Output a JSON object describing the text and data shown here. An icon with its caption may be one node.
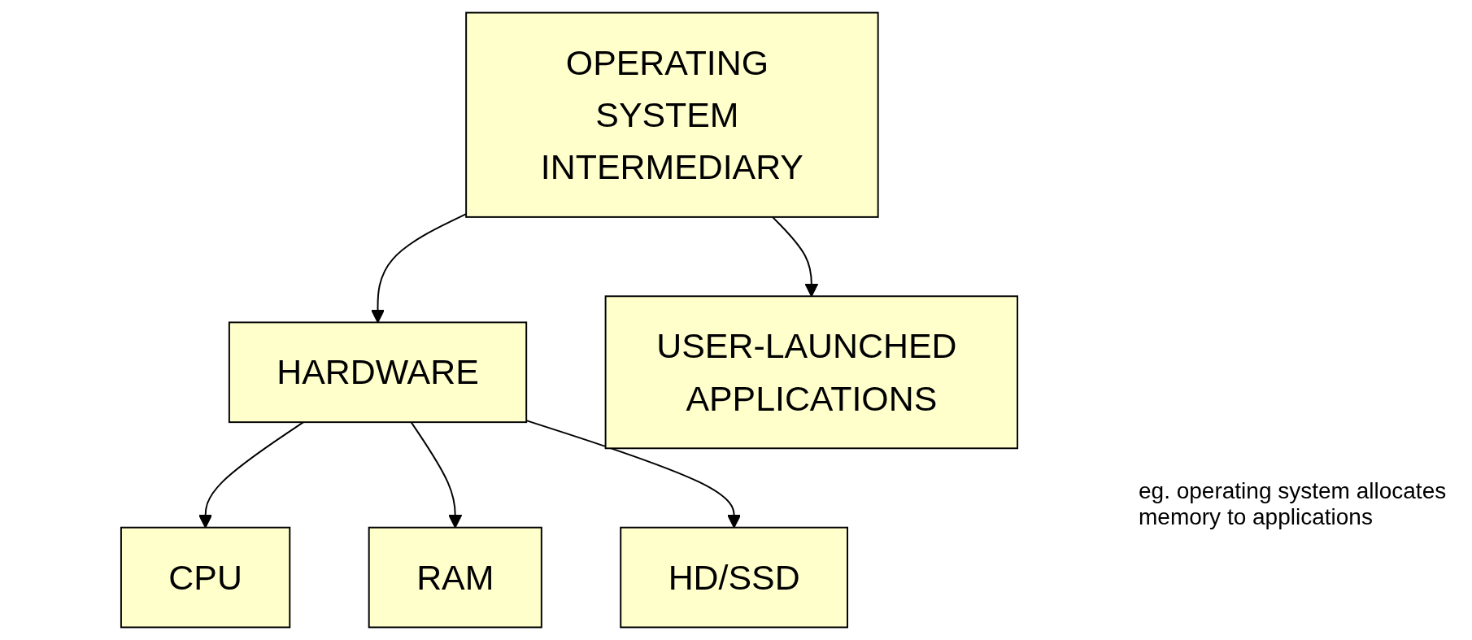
{
  "diagram": {
    "nodes": [
      {
        "text": [
          "OPERATING SYSTEM INTERMEDIARY"
        ]
      },
      {
        "text": [
          "HARDWARE"
        ]
      },
      {
        "text": [
          "USER-LAUNCHED APPLICATIONS"
        ]
      },
      {
        "text": [
          "CPU"
        ]
      },
      {
        "text": [
          "HD/SSD"
        ]
      },
      {
        "text": [
          "RAM"
        ]
      }
    ],
    "edges": [
      {
        "from": 0,
        "to": 1,
        "arrow": "to"
      },
      {
        "from": 0,
        "to": 2,
        "arrow": "to"
      },
      {
        "from": 1,
        "to": 3,
        "arrow": "to"
      },
      {
        "from": 1,
        "to": 5,
        "arrow": "to"
      },
      {
        "from": 1,
        "to": 4,
        "arrow": "to"
      }
    ],
    "labels": [
      "eg. operating system allocates memory to applications"
    ]
  }
}
